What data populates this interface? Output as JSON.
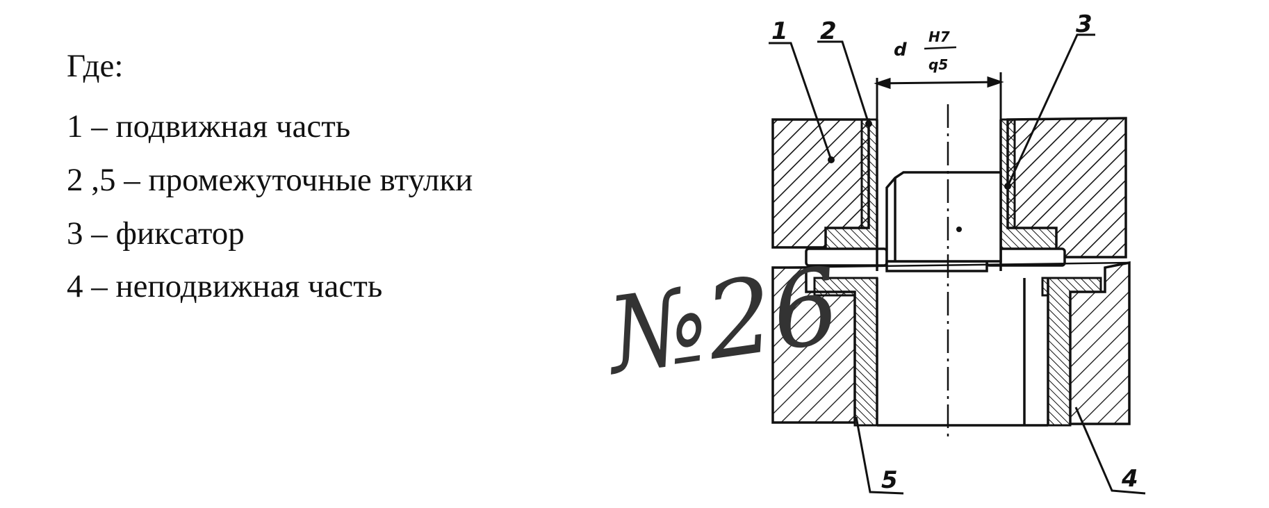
{
  "legend": {
    "heading": "Где:",
    "items": [
      "1 – подвижная часть",
      "2 ,5 – промежуточные втулки",
      "3 – фиксатор",
      "4 – неподвижная часть"
    ]
  },
  "drawing": {
    "callouts": {
      "part_1": "1",
      "part_2": "2",
      "part_3": "3",
      "part_4": "4",
      "part_5": "5"
    },
    "dimension": {
      "symbol": "d",
      "fit_upper": "H7",
      "fit_lower": "q5"
    }
  },
  "stamp": {
    "number": "№26"
  }
}
